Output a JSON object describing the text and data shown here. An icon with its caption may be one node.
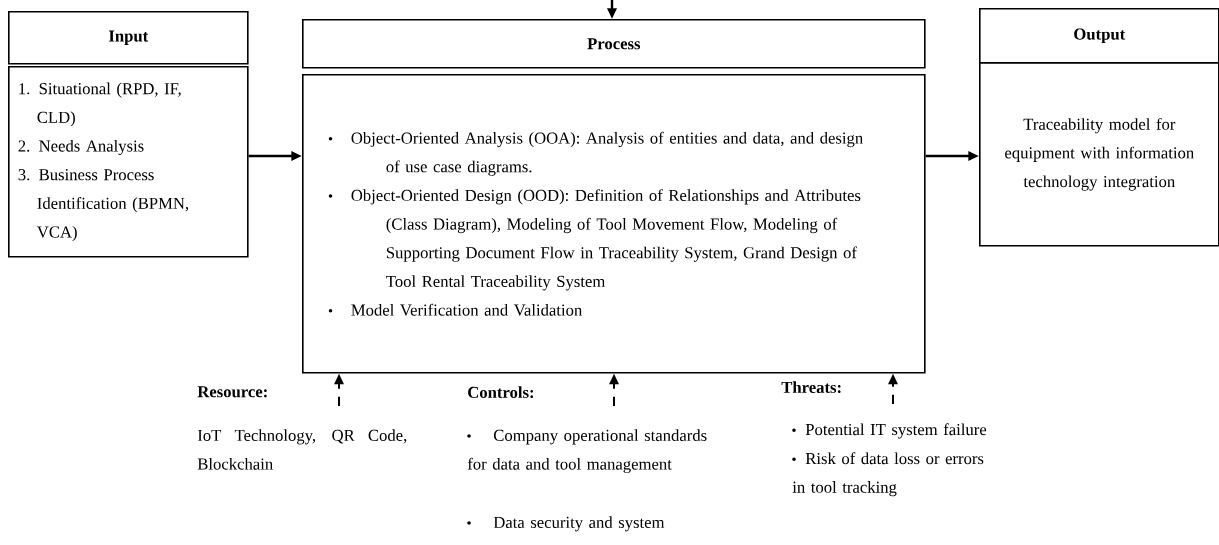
{
  "diagram": {
    "nodes": [
      {
        "text": [
          "Input"
        ]
      },
      {
        "text": [
          "1. Situational (RPD, IF, CLD)",
          "2. Needs Analysis",
          "3. Business Process Identification (BPMN, VCA)"
        ]
      },
      {
        "text": [
          "Process"
        ]
      },
      {
        "text": [
          "Object-Oriented Analysis (OOA): Analysis of entities and data, and design of use case diagrams.",
          "Object-Oriented Design (OOD): Definition of Relationships and Attributes (Class Diagram), Modeling of Tool Movement Flow, Modeling of Supporting Document Flow in Traceability System, Grand Design of Tool Rental Traceability System",
          "Model Verification and Validation"
        ]
      },
      {
        "text": [
          "Output"
        ]
      },
      {
        "text": [
          "Traceability model for equipment with information technology integration"
        ]
      }
    ],
    "edges": [
      {
        "from": null,
        "to": 2,
        "arrow": "to"
      },
      {
        "from": 1,
        "to": 3,
        "arrow": "to"
      },
      {
        "from": 3,
        "to": 5,
        "arrow": "to"
      },
      {
        "from": null,
        "to": 3,
        "arrow": "to",
        "style": "dashed"
      },
      {
        "from": null,
        "to": 3,
        "arrow": "to",
        "style": "dashed"
      },
      {
        "from": null,
        "to": 3,
        "arrow": "to",
        "style": "dashed"
      }
    ],
    "labels": [
      "Resource:",
      "IoT Technology, QR Code, Blockchain",
      "Controls:",
      "Company operational standards for data and tool management",
      "Data security and system",
      "Threats:",
      "Potential IT system failure",
      "Risk of data loss or errors in tool tracking"
    ]
  }
}
